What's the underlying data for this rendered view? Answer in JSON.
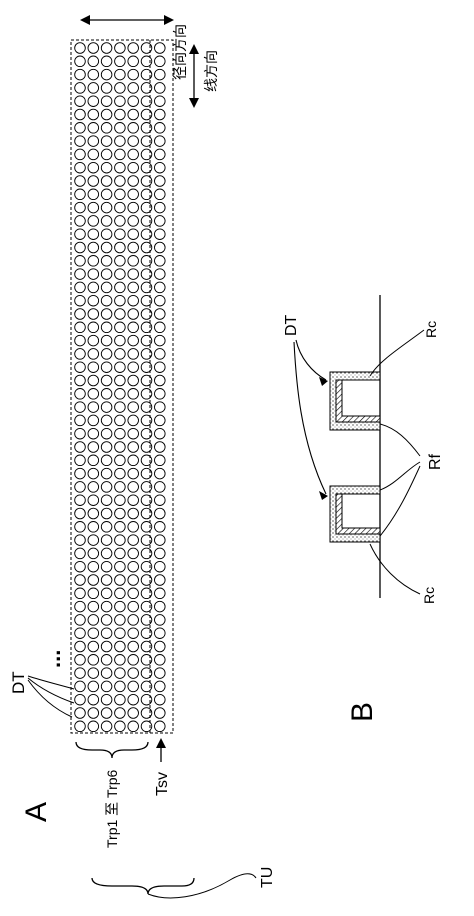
{
  "figure": {
    "panel_a_label": "A",
    "panel_b_label": "B",
    "dots": "...",
    "labels": {
      "dt_a": "DT",
      "trp": "Trp1 至 Trp6",
      "tsv": "Tsv",
      "tu": "TU",
      "radial_direction": "径向方向",
      "line_direction": "线方向",
      "dt_b": "DT",
      "rc_top": "Rc",
      "rc_bottom": "Rc",
      "rf": "Rf"
    },
    "grid": {
      "rows": 7,
      "cols": 52
    }
  }
}
